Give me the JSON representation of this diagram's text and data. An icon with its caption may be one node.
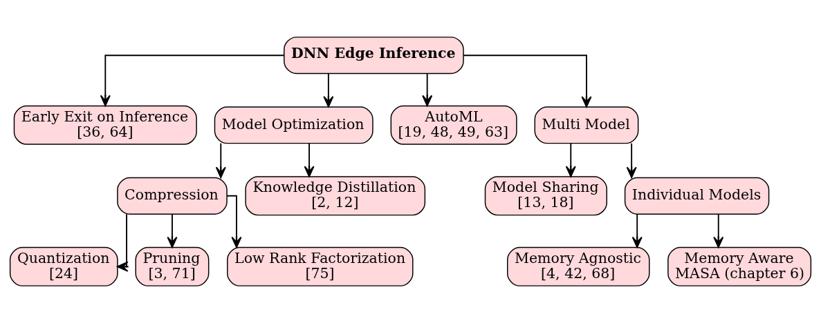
{
  "diagram": {
    "nodes": [
      {
        "text": [
          "DNN Edge Inference"
        ]
      },
      {
        "text": [
          "Early Exit on Inference",
          "[36, 64]"
        ]
      },
      {
        "text": [
          "Model Optimization"
        ]
      },
      {
        "text": [
          "AutoML",
          "[19, 48, 49, 63]"
        ]
      },
      {
        "text": [
          "Multi Model"
        ]
      },
      {
        "text": [
          "Compression"
        ]
      },
      {
        "text": [
          "Knowledge Distillation",
          "[2, 12]"
        ]
      },
      {
        "text": [
          "Model Sharing",
          "[13, 18]"
        ]
      },
      {
        "text": [
          "Individual Models"
        ]
      },
      {
        "text": [
          "Quantization",
          "[24]"
        ]
      },
      {
        "text": [
          "Pruning",
          "[3, 71]"
        ]
      },
      {
        "text": [
          "Low Rank Factorization",
          "[75]"
        ]
      },
      {
        "text": [
          "Memory Agnostic",
          "[4, 42, 68]"
        ]
      },
      {
        "text": [
          "Memory Aware",
          "MASA (chapter 6)"
        ]
      }
    ],
    "edges": [
      {
        "from": 0,
        "to": 1,
        "arrow": "to"
      },
      {
        "from": 0,
        "to": 2,
        "arrow": "to"
      },
      {
        "from": 0,
        "to": 3,
        "arrow": "to"
      },
      {
        "from": 0,
        "to": 4,
        "arrow": "to"
      },
      {
        "from": 2,
        "to": 5,
        "arrow": "to"
      },
      {
        "from": 2,
        "to": 6,
        "arrow": "to"
      },
      {
        "from": 4,
        "to": 7,
        "arrow": "to"
      },
      {
        "from": 4,
        "to": 8,
        "arrow": "to"
      },
      {
        "from": 5,
        "to": 9,
        "arrow": "to"
      },
      {
        "from": 5,
        "to": 10,
        "arrow": "to"
      },
      {
        "from": 5,
        "to": 11,
        "arrow": "to"
      },
      {
        "from": 8,
        "to": 12,
        "arrow": "to"
      },
      {
        "from": 8,
        "to": 13,
        "arrow": "to"
      }
    ]
  }
}
